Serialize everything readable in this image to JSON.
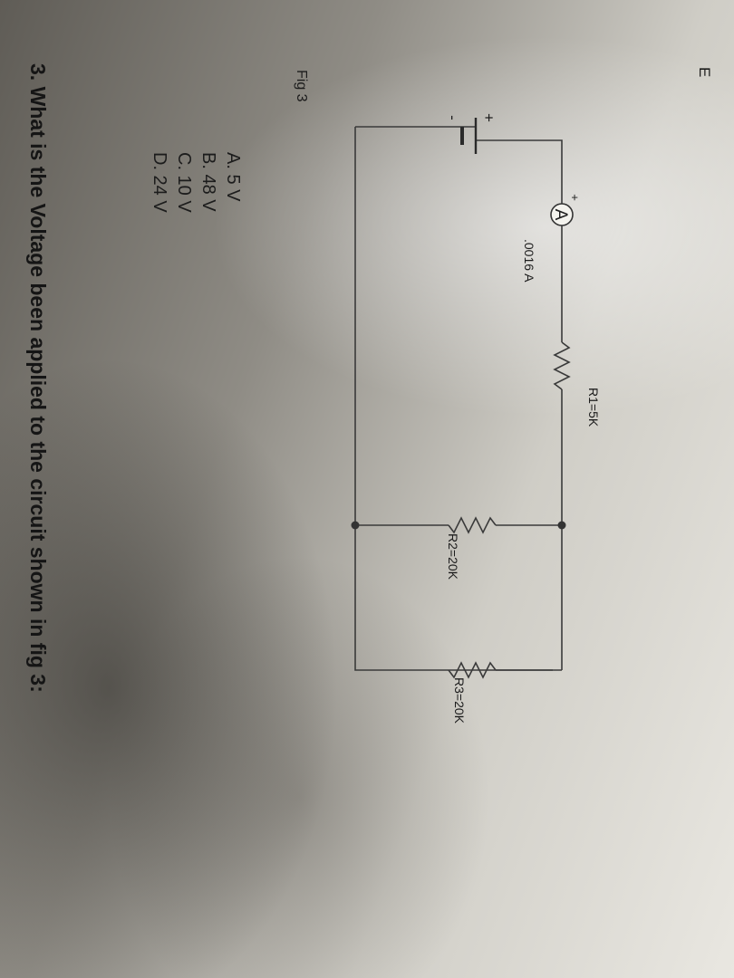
{
  "question": "3. What is the Voltage been applied to the circuit  shown in fig 3:",
  "figure_label": "Fig 3",
  "circuit": {
    "source_label": "E",
    "plus_sign": "+",
    "minus_sign": "-",
    "ammeter_symbol": "A",
    "ammeter_plus": "+",
    "ammeter_reading": ".0016 A",
    "r1_label": "R1=5K",
    "r2_label": "R2=20K",
    "r3_label": "R3=20K"
  },
  "options": [
    "A.  5 V",
    "B.  48 V",
    "C.  10 V",
    "D.  24 V"
  ]
}
